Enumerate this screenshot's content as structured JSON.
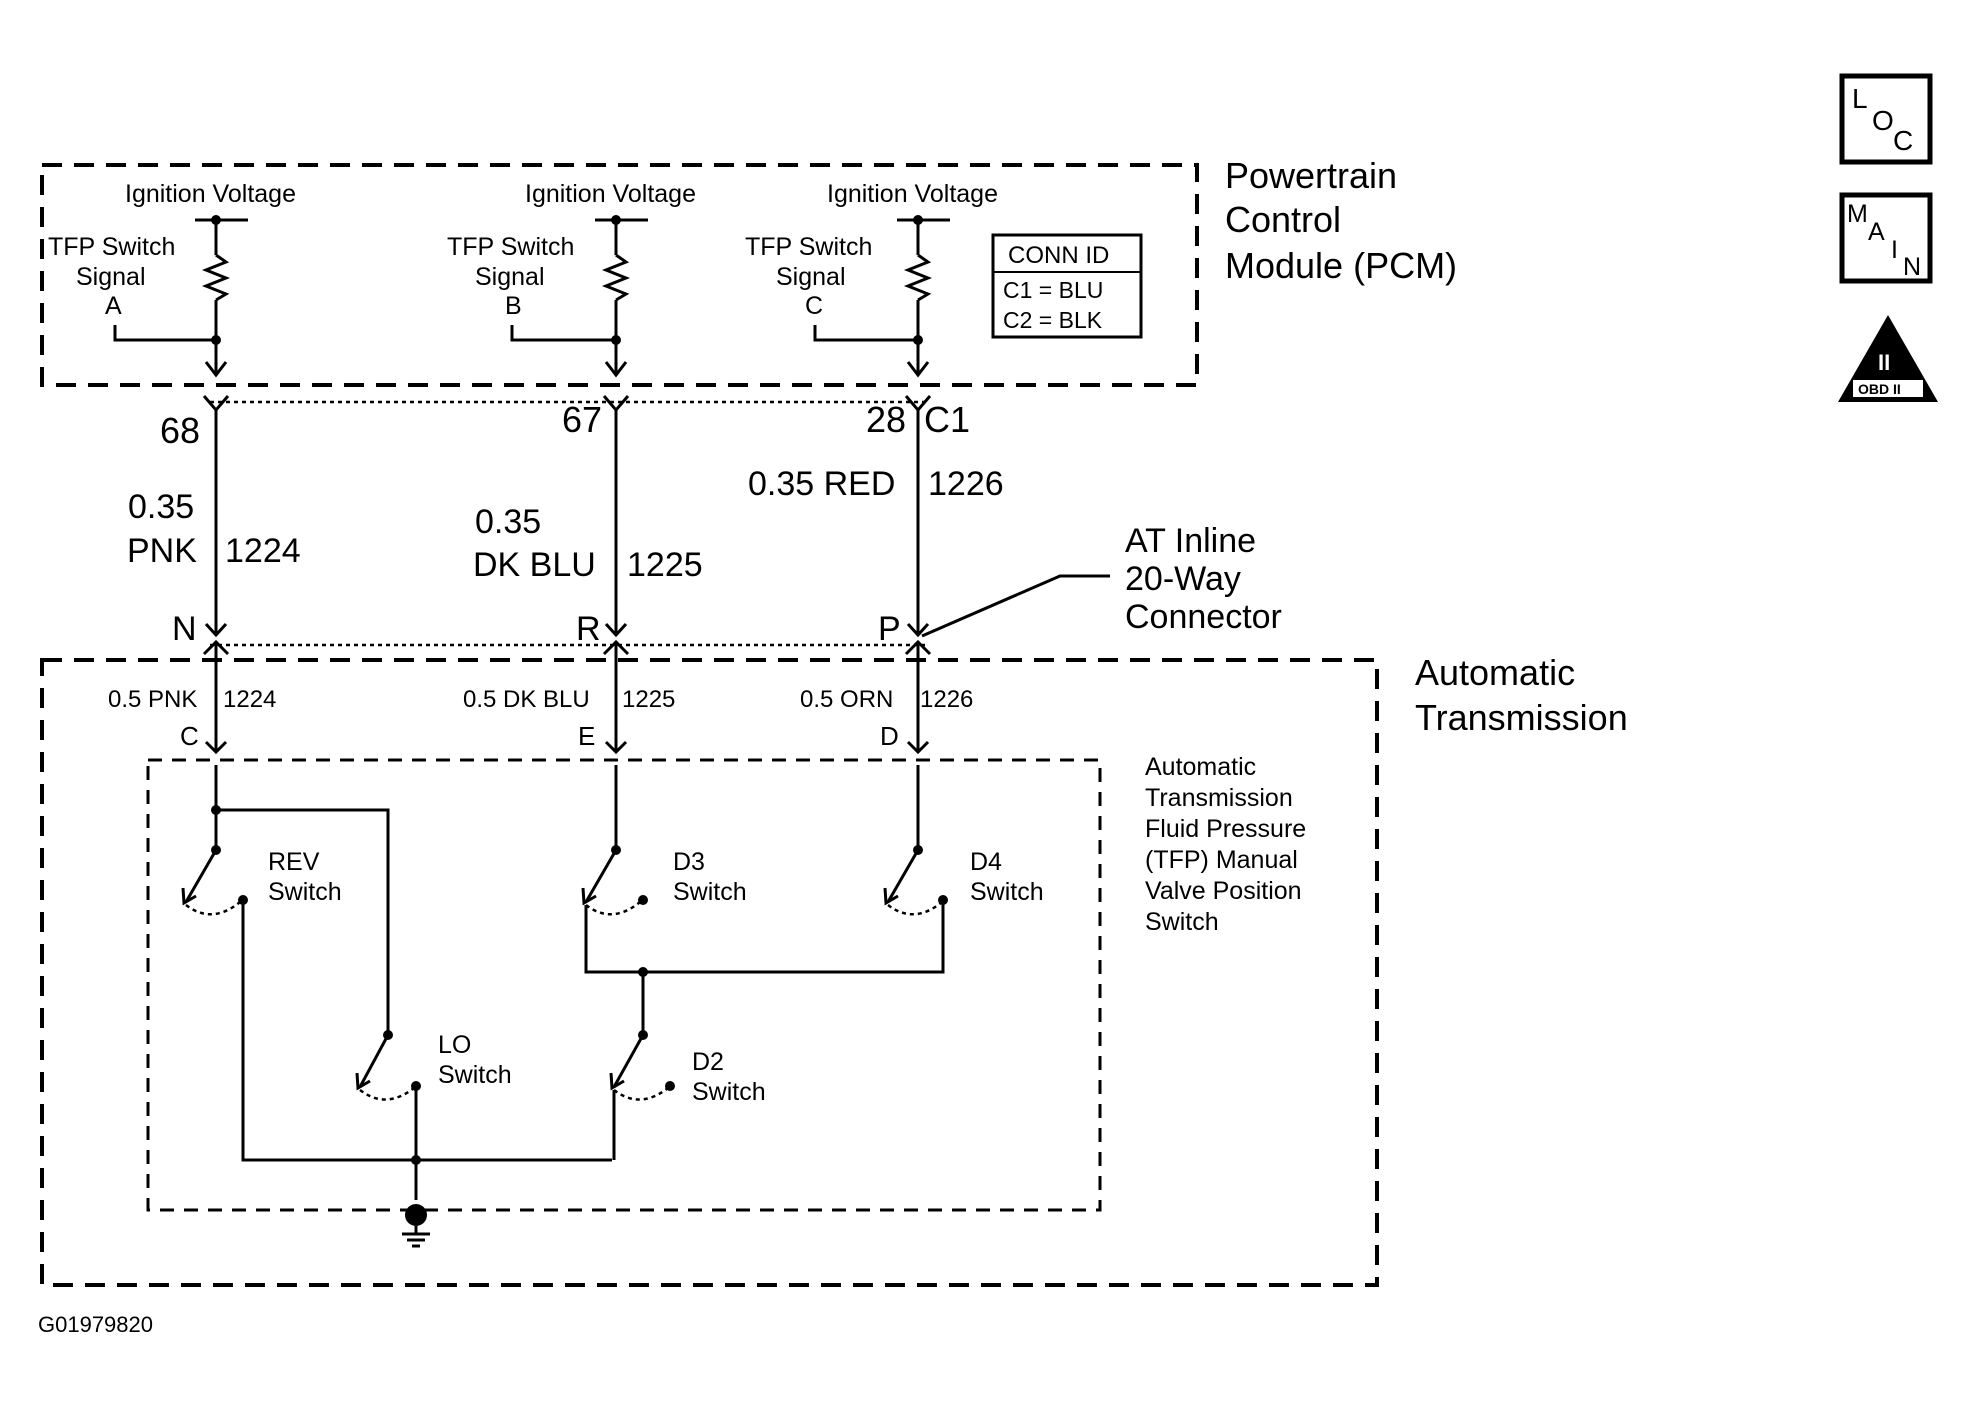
{
  "pcm": {
    "title_lines": [
      "Powertrain",
      "Control",
      "Module (PCM)"
    ],
    "ignition_voltage": [
      "Ignition Voltage",
      "Ignition Voltage",
      "Ignition Voltage"
    ],
    "signals": [
      {
        "line1": "TFP Switch",
        "line2": "Signal",
        "letter": "A"
      },
      {
        "line1": "TFP Switch",
        "line2": "Signal",
        "letter": "B"
      },
      {
        "line1": "TFP Switch",
        "line2": "Signal",
        "letter": "C"
      }
    ],
    "conn_id": {
      "title": "CONN ID",
      "row1": "C1 = BLU",
      "row2": "C2 = BLK"
    }
  },
  "harness": {
    "pins_top": [
      "68",
      "67",
      "28",
      "C1"
    ],
    "wire_a": {
      "gauge": "0.35",
      "color": "PNK",
      "circuit": "1224"
    },
    "wire_b": {
      "gauge": "0.35",
      "color": "DK BLU",
      "circuit": "1225"
    },
    "wire_c": {
      "gauge_color": "0.35 RED",
      "circuit": "1226"
    },
    "pins_inline": [
      "N",
      "R",
      "P"
    ],
    "inline_connector_lines": [
      "AT Inline",
      "20-Way",
      "Connector"
    ]
  },
  "transmission": {
    "title_lines": [
      "Automatic",
      "Transmission"
    ],
    "wires": [
      {
        "gauge_color": "0.5 PNK",
        "circuit": "1224",
        "pin": "C"
      },
      {
        "gauge_color": "0.5 DK BLU",
        "circuit": "1225",
        "pin": "E"
      },
      {
        "gauge_color": "0.5 ORN",
        "circuit": "1226",
        "pin": "D"
      }
    ],
    "tfp_lines": [
      "Automatic",
      "Transmission",
      "Fluid Pressure",
      "(TFP) Manual",
      "Valve Position",
      "Switch"
    ],
    "switches": {
      "rev": [
        "REV",
        "Switch"
      ],
      "d3": [
        "D3",
        "Switch"
      ],
      "d4": [
        "D4",
        "Switch"
      ],
      "lo": [
        "LO",
        "Switch"
      ],
      "d2": [
        "D2",
        "Switch"
      ]
    }
  },
  "badges": {
    "loc": [
      "L",
      "O",
      "C"
    ],
    "main": [
      "M",
      "A",
      "I",
      "N"
    ],
    "obd": [
      "II",
      "OBD II"
    ]
  },
  "figure_id": "G01979820"
}
